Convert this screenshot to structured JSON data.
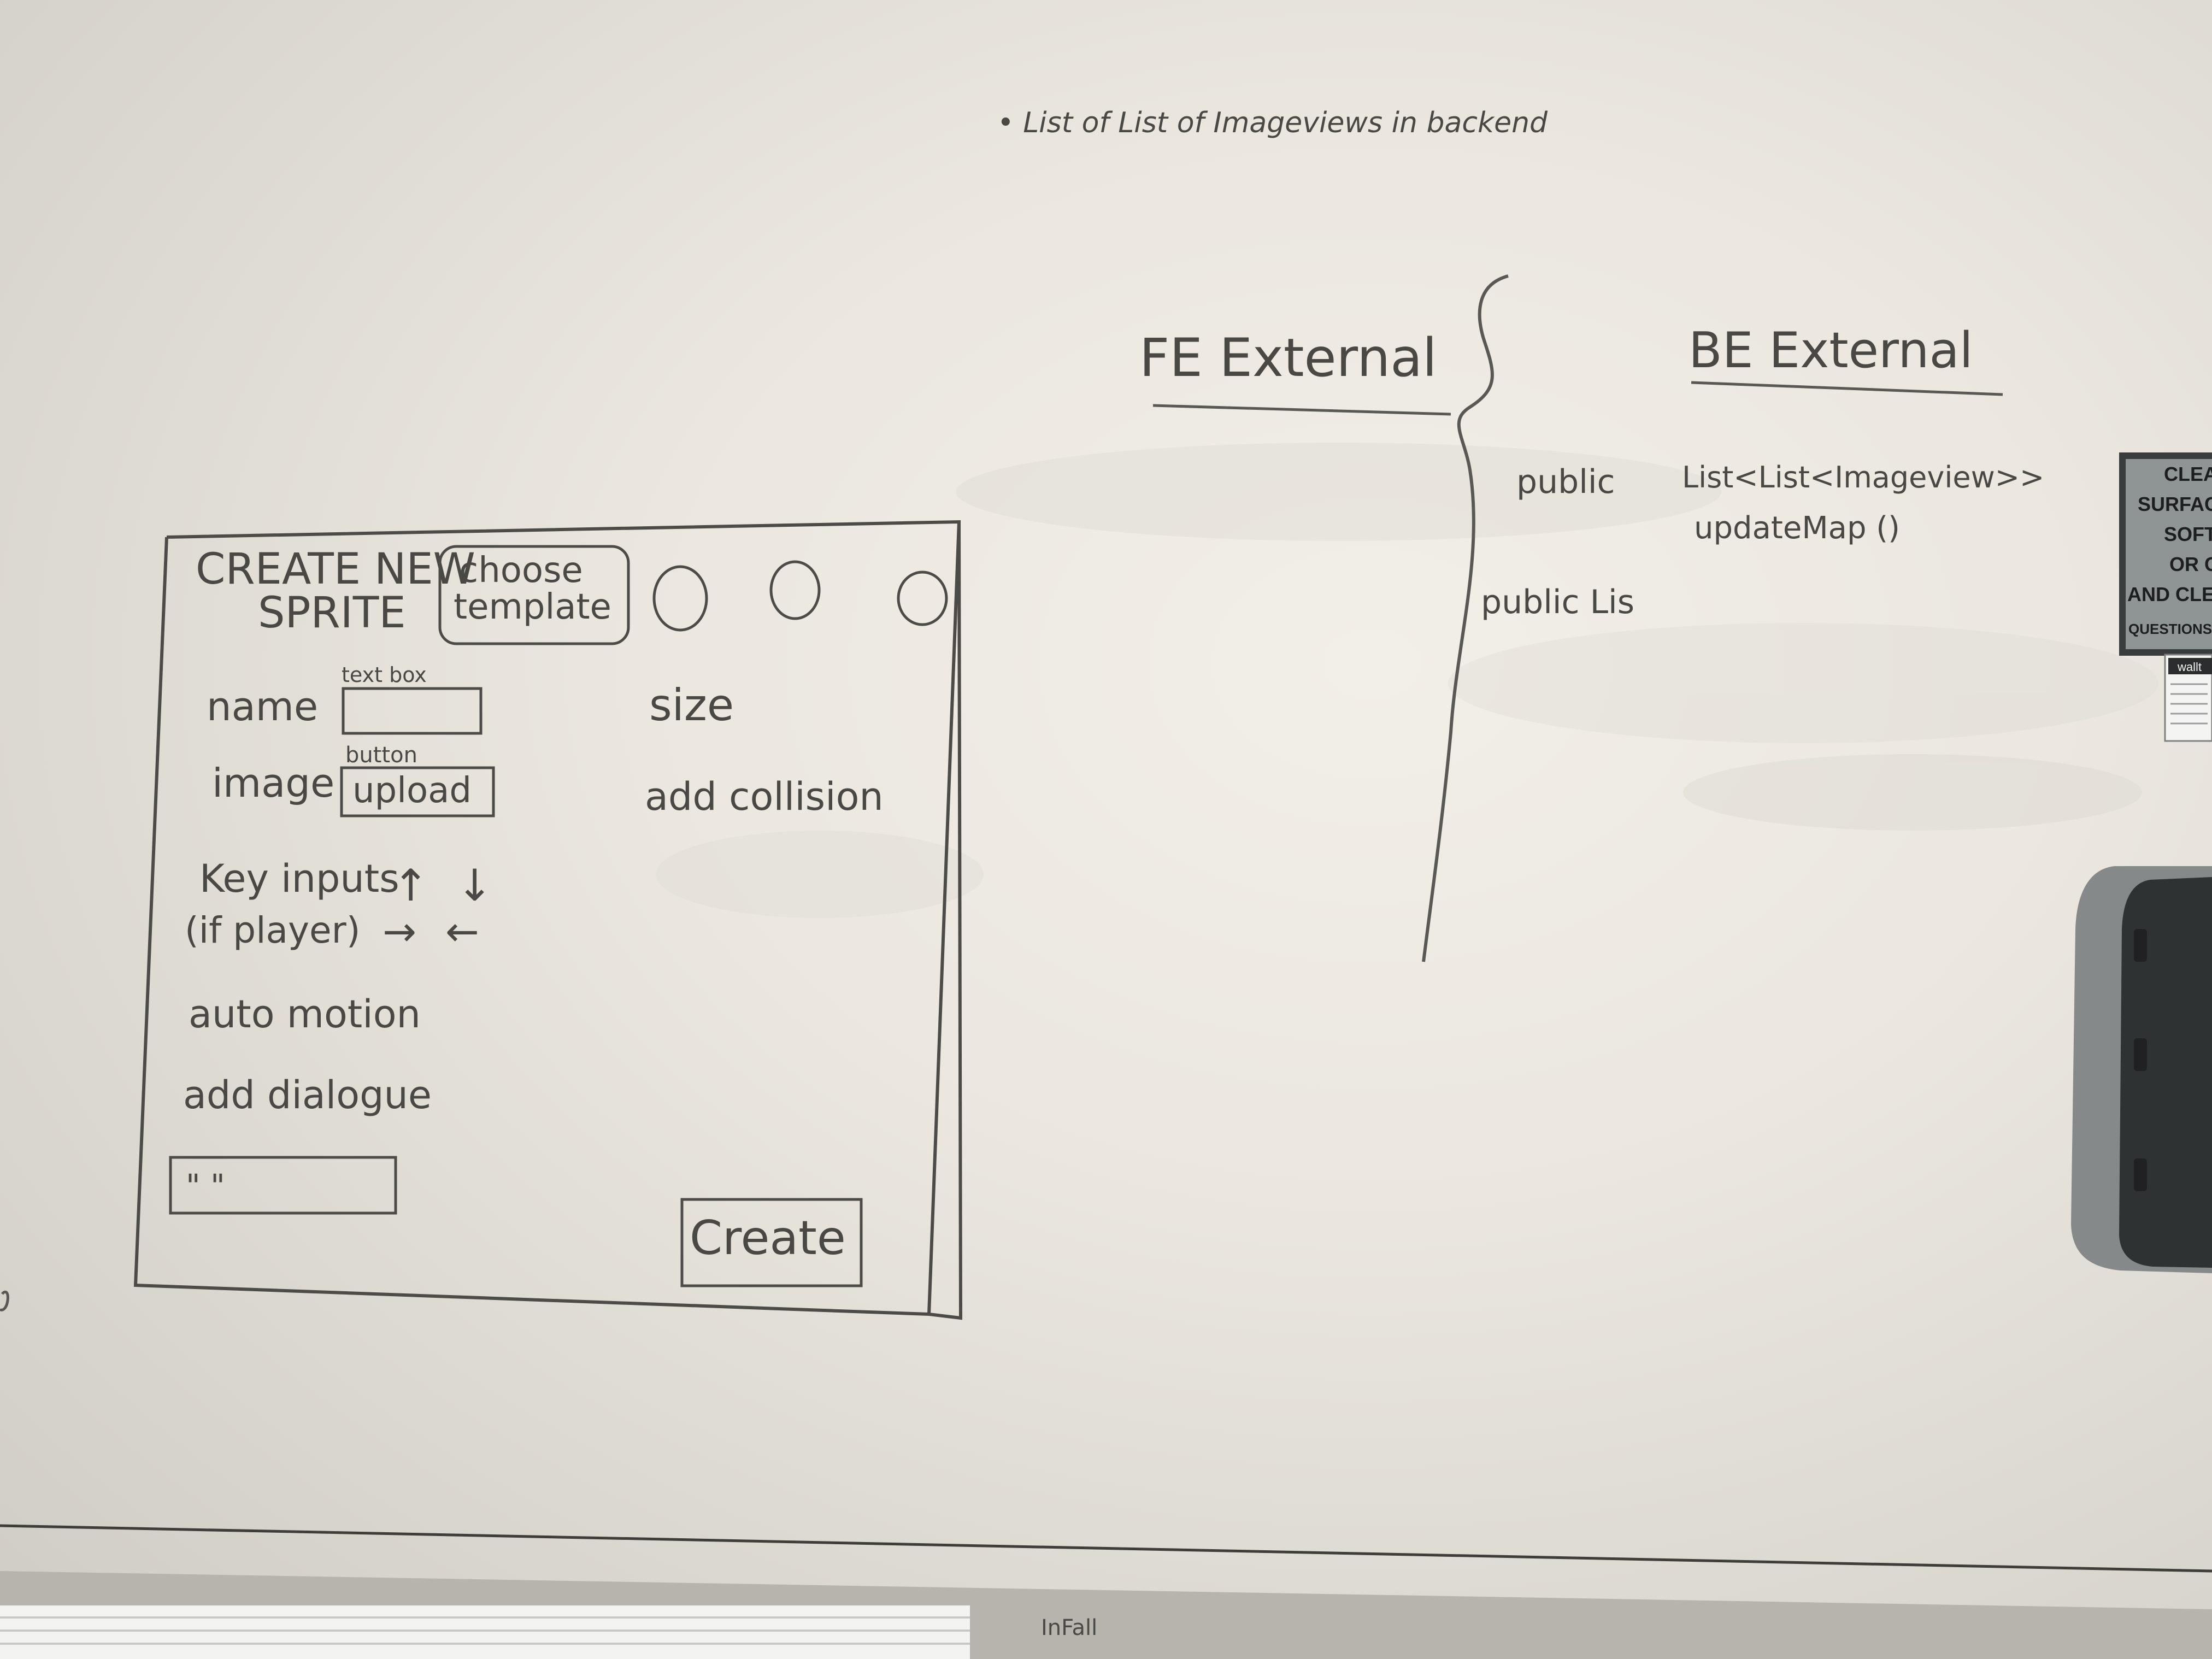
{
  "top_note": "• List of List of Imageviews in backend",
  "sketch": {
    "title_line1": "CREATE NEW",
    "title_line2": "SPRITE",
    "choose_template_line1": "choose",
    "choose_template_line2": "template",
    "name_label": "name",
    "name_annotation": "text box",
    "image_label": "image",
    "image_annotation": "button",
    "upload_label": "upload",
    "size_label": "size",
    "collision_label": "add collision",
    "key_inputs_line1": "Key inputs",
    "key_inputs_line2": "(if player)",
    "arrow_up": "↑",
    "arrow_down": "↓",
    "arrow_right": "→",
    "arrow_left": "←",
    "auto_motion_label": "auto motion",
    "dialogue_label": "add dialogue",
    "dialogue_box_text": "\"                 \"",
    "create_label": "Create"
  },
  "fe_external": {
    "heading": "FE External",
    "line1": "public",
    "line2": "public Lis"
  },
  "be_external": {
    "heading": "BE External",
    "line1": "List<List<Imageview>>",
    "line2": "updateMap ()"
  },
  "wall_sign": {
    "lines": [
      "CLEA",
      "SURFAC",
      "SOFT",
      "OR C",
      "AND CLE",
      "QUESTIONS"
    ],
    "sticker": "wallt"
  },
  "bottom_mark": "InFall"
}
